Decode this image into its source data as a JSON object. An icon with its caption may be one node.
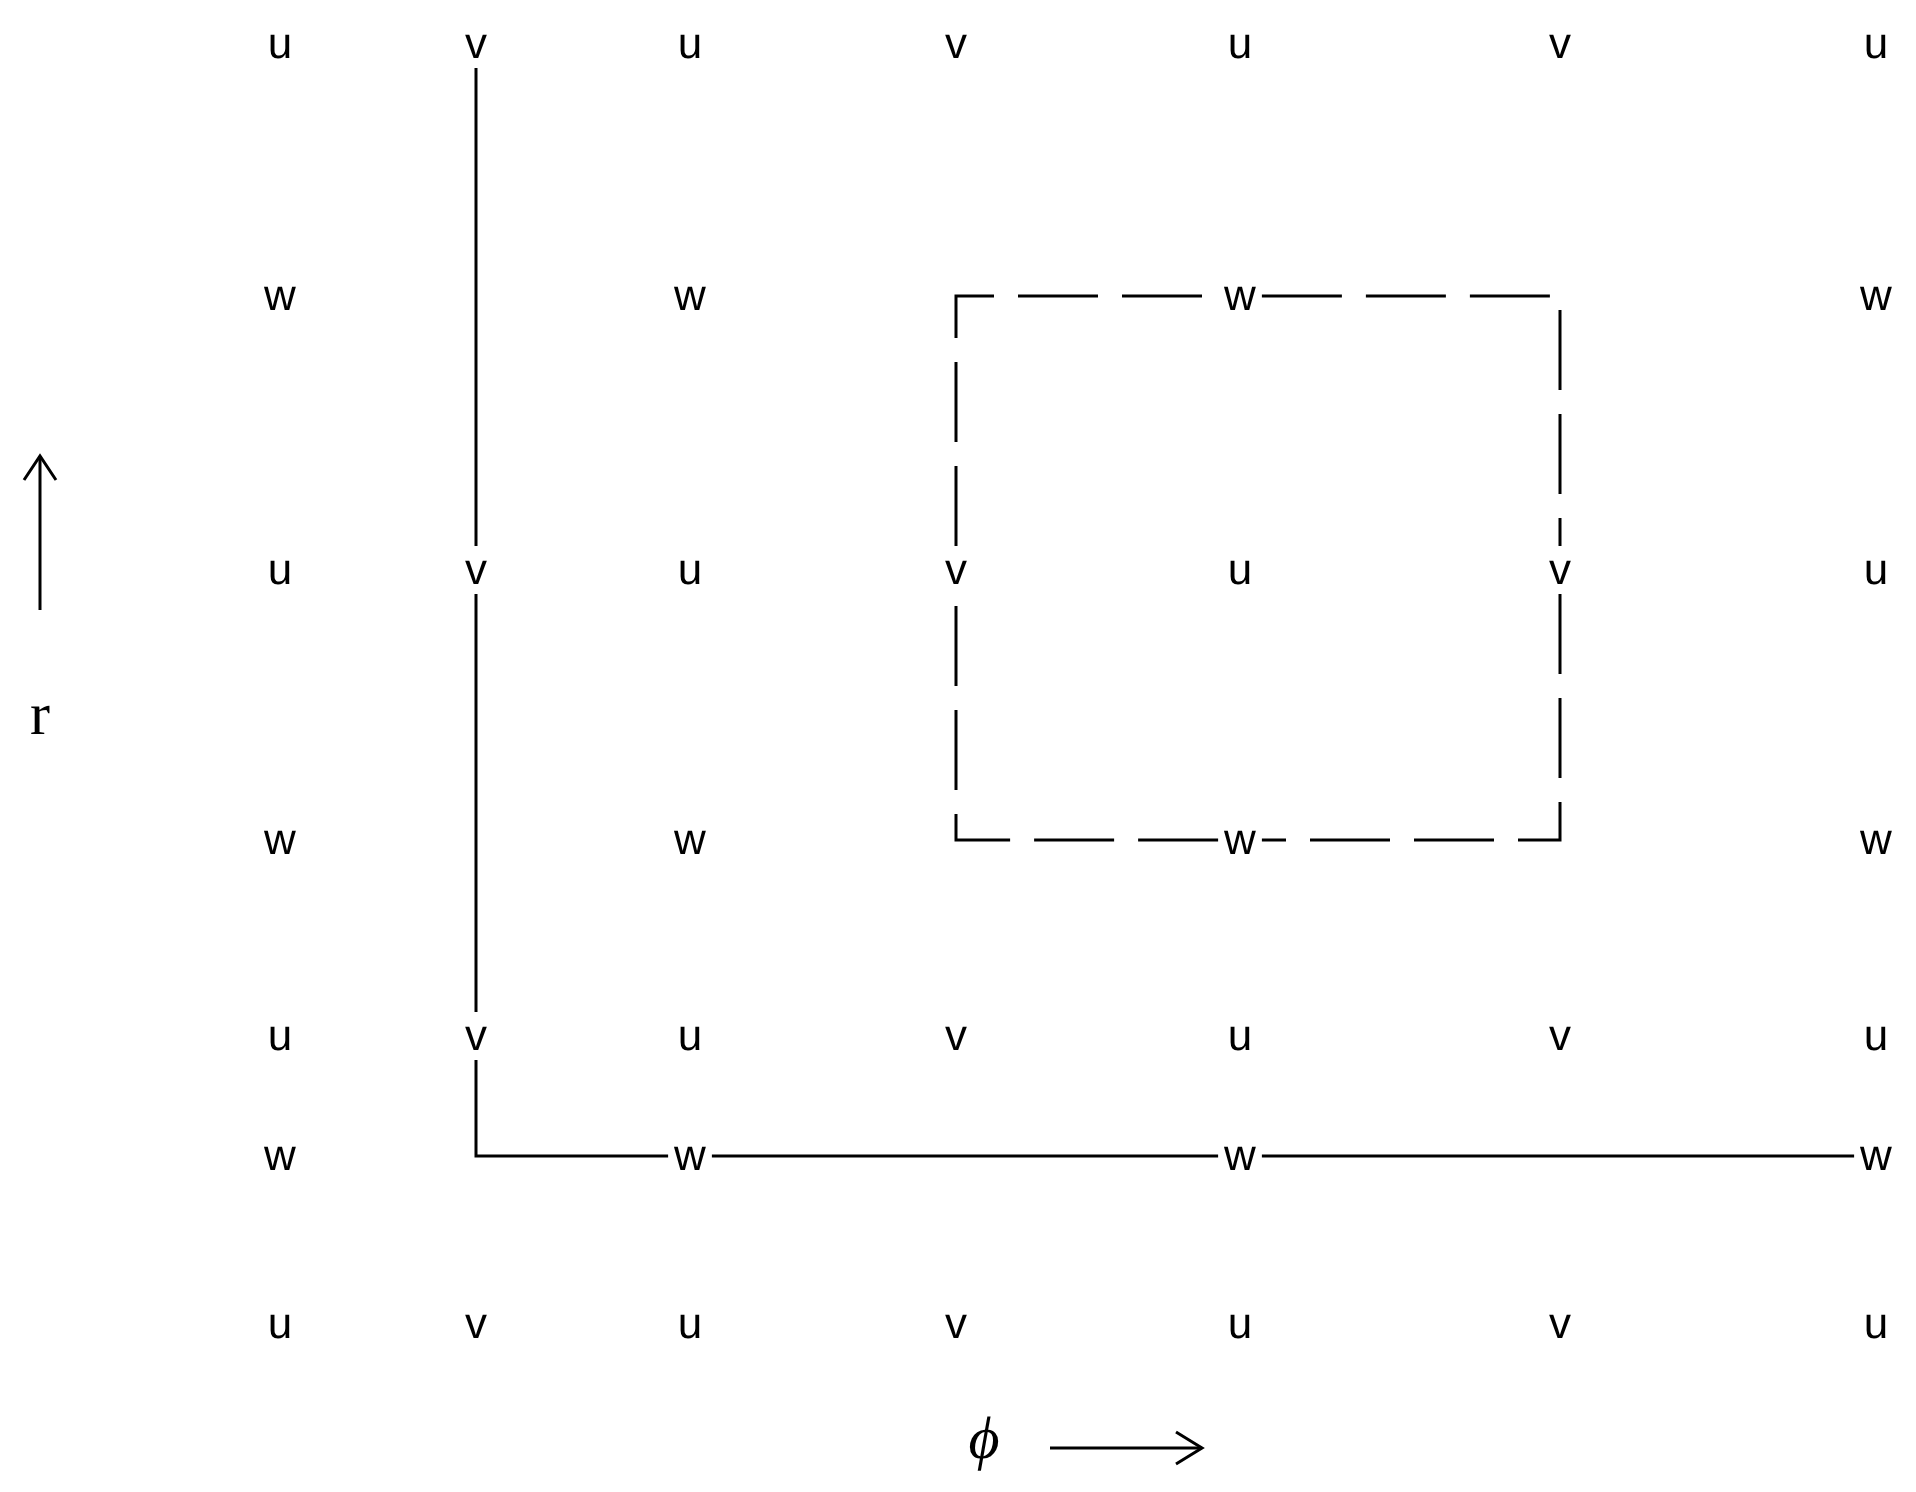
{
  "diagram": {
    "nodes": [
      {
        "text": [
          "u"
        ]
      },
      {
        "text": [
          "v"
        ]
      },
      {
        "text": [
          "u"
        ]
      },
      {
        "text": [
          "v"
        ]
      },
      {
        "text": [
          "u"
        ]
      },
      {
        "text": [
          "v"
        ]
      },
      {
        "text": [
          "u"
        ]
      },
      {
        "text": [
          "w"
        ]
      },
      {
        "text": [
          "w"
        ]
      },
      {
        "text": [
          "w"
        ]
      },
      {
        "text": [
          "w"
        ]
      },
      {
        "text": [
          "u"
        ]
      },
      {
        "text": [
          "v"
        ]
      },
      {
        "text": [
          "u"
        ]
      },
      {
        "text": [
          "v"
        ]
      },
      {
        "text": [
          "u"
        ]
      },
      {
        "text": [
          "v"
        ]
      },
      {
        "text": [
          "u"
        ]
      },
      {
        "text": [
          "w"
        ]
      },
      {
        "text": [
          "w"
        ]
      },
      {
        "text": [
          "w"
        ]
      },
      {
        "text": [
          "w"
        ]
      },
      {
        "text": [
          "u"
        ]
      },
      {
        "text": [
          "v"
        ]
      },
      {
        "text": [
          "u"
        ]
      },
      {
        "text": [
          "v"
        ]
      },
      {
        "text": [
          "u"
        ]
      },
      {
        "text": [
          "v"
        ]
      },
      {
        "text": [
          "u"
        ]
      },
      {
        "text": [
          "w"
        ]
      },
      {
        "text": [
          "w"
        ]
      },
      {
        "text": [
          "w"
        ]
      },
      {
        "text": [
          "w"
        ]
      },
      {
        "text": [
          "u"
        ]
      },
      {
        "text": [
          "v"
        ]
      },
      {
        "text": [
          "u"
        ]
      },
      {
        "text": [
          "v"
        ]
      },
      {
        "text": [
          "u"
        ]
      },
      {
        "text": [
          "v"
        ]
      },
      {
        "text": [
          "u"
        ]
      }
    ],
    "edges": [
      {
        "from": 1,
        "to": 12,
        "arrow": "none"
      },
      {
        "from": 12,
        "to": 23,
        "arrow": "none"
      },
      {
        "from": 23,
        "to": 30,
        "arrow": "none"
      },
      {
        "from": 30,
        "to": 31,
        "arrow": "none"
      },
      {
        "from": 31,
        "to": 32,
        "arrow": "none"
      },
      {
        "from": 9,
        "to": 16,
        "arrow": "none",
        "style": "dashed"
      },
      {
        "from": 16,
        "to": 20,
        "arrow": "none",
        "style": "dashed"
      },
      {
        "from": 20,
        "to": 14,
        "arrow": "none",
        "style": "dashed"
      },
      {
        "from": 14,
        "to": 9,
        "arrow": "none",
        "style": "dashed"
      }
    ],
    "labels": [
      "r",
      "ϕ"
    ]
  }
}
